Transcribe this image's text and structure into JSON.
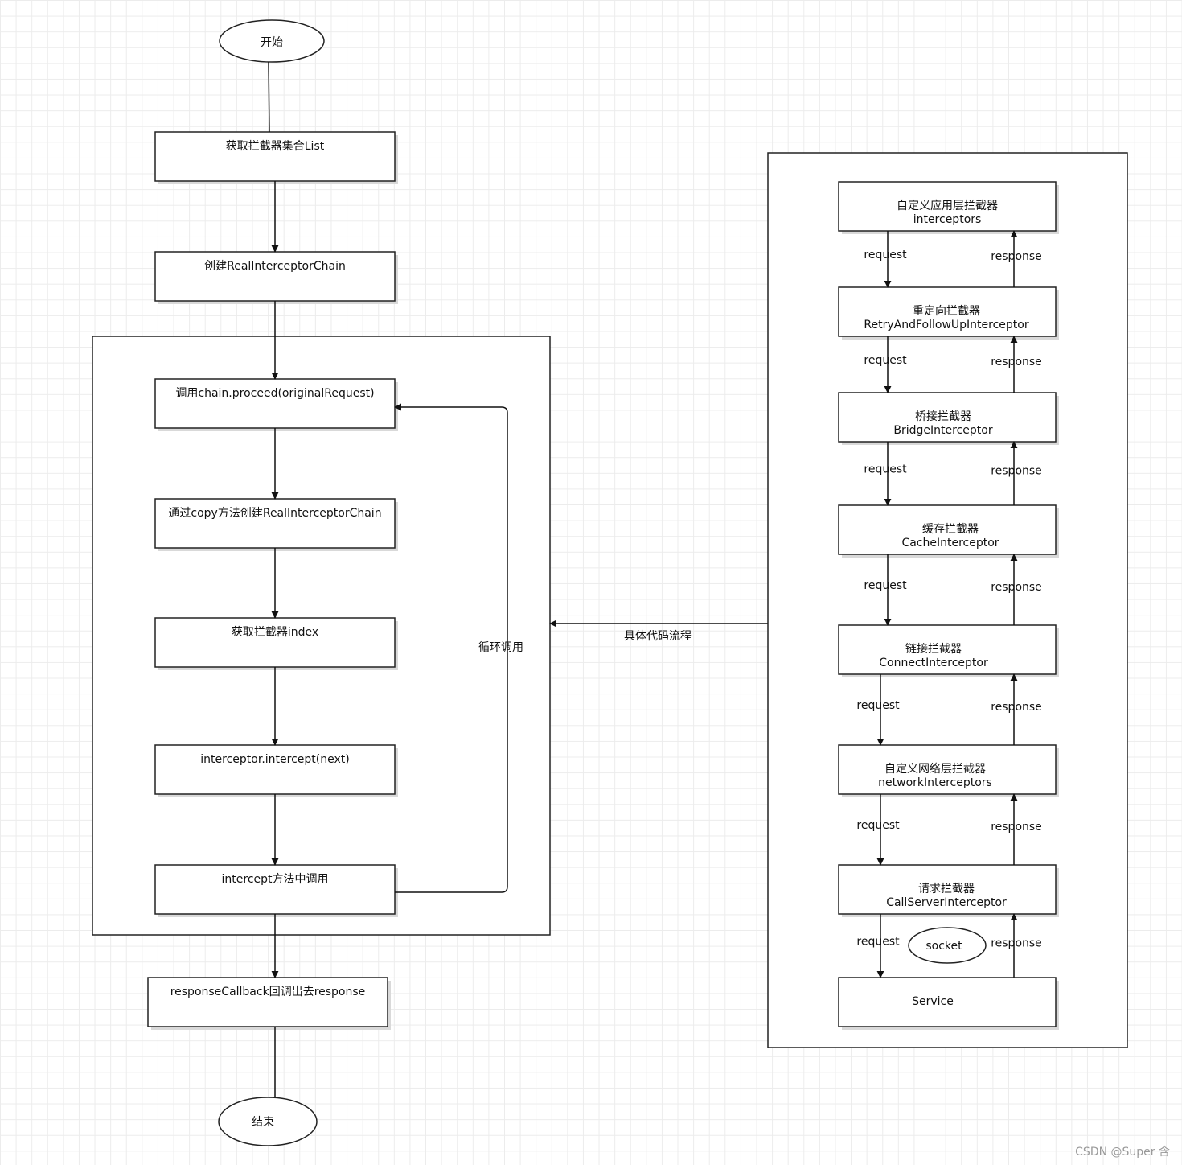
{
  "start_label": "开始",
  "end_label": "结束",
  "main_flow": {
    "get_list": "获取拦截器集合List",
    "create_chain": "创建RealInterceptorChain",
    "call_proceed": "调用chain.proceed(originalRequest)",
    "copy_chain": "通过copy方法创建RealInterceptorChain",
    "get_index": "获取拦截器index",
    "intercept_next": "interceptor.intercept(next)",
    "call_in_intercept": "intercept方法中调用",
    "response_callback": "responseCallback回调出去response"
  },
  "loop_label": "循环调用",
  "detail_label": "具体代码流程",
  "chain": [
    {
      "title": "自定义应用层拦截器",
      "subtitle": "interceptors"
    },
    {
      "title": "重定向拦截器",
      "subtitle": "RetryAndFollowUpInterceptor"
    },
    {
      "title": "桥接拦截器",
      "subtitle": "BridgeInterceptor"
    },
    {
      "title": "缓存拦截器",
      "subtitle": "CacheInterceptor"
    },
    {
      "title": "链接拦截器",
      "subtitle": "ConnectInterceptor"
    },
    {
      "title": "自定义网络层拦截器",
      "subtitle": "networkInterceptors"
    },
    {
      "title": "请求拦截器",
      "subtitle": "CallServerInterceptor"
    }
  ],
  "service_label": "Service",
  "socket_label": "socket",
  "request_label": "request",
  "response_label": "response",
  "watermark": "CSDN @Super 含"
}
